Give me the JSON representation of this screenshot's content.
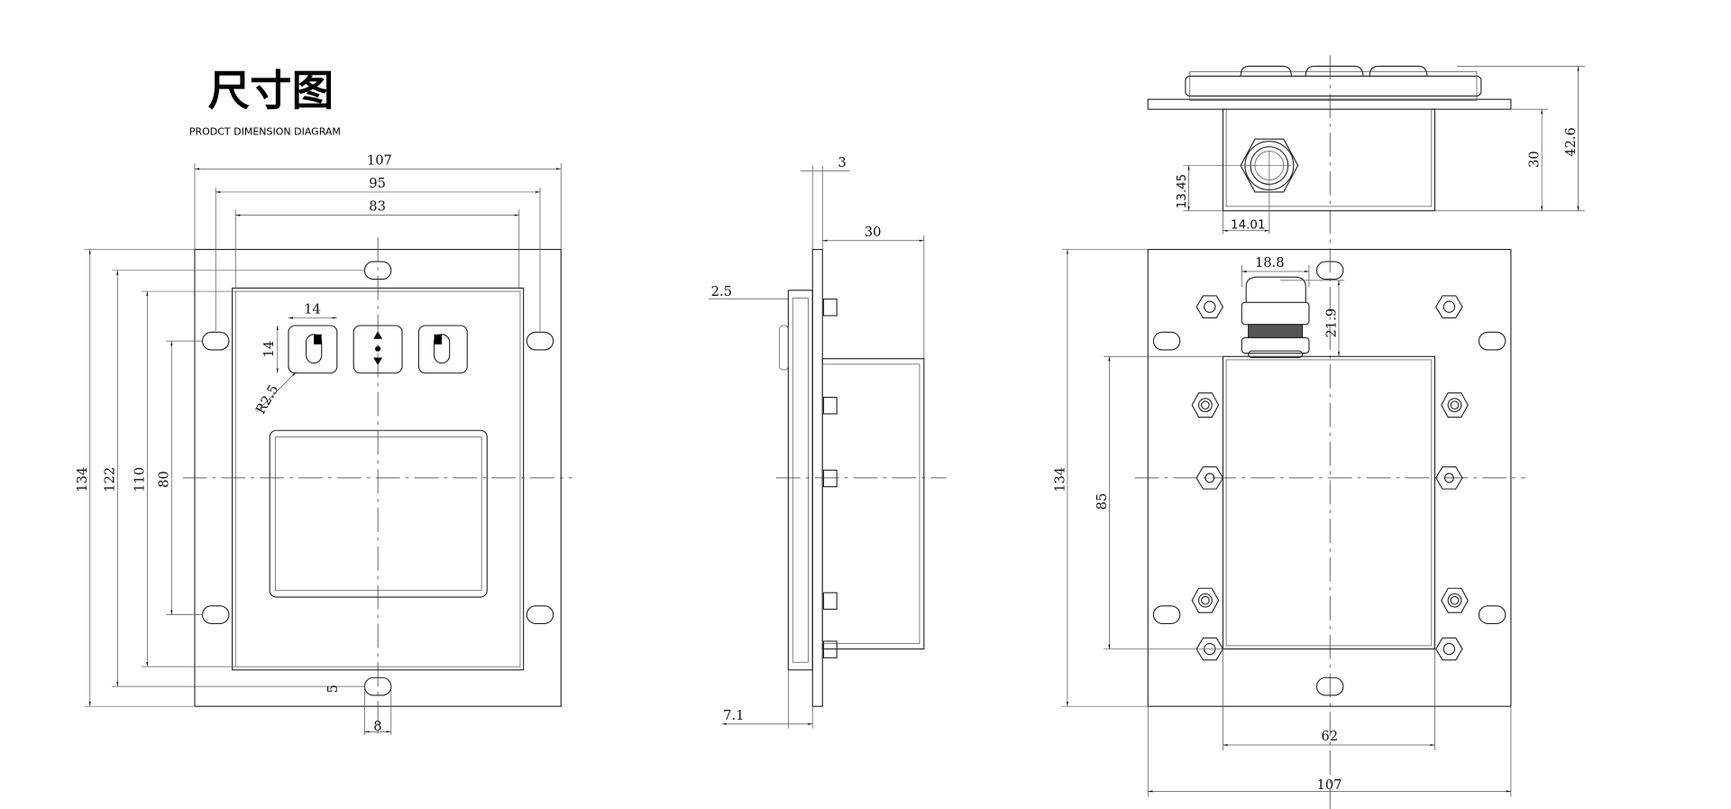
{
  "title": "尺寸图",
  "subtitle": "PRODCT DIMENSION DIAGRAM",
  "front_view": {
    "width_overall": "107",
    "width_slots": "95",
    "width_panel": "83",
    "height_overall": "134",
    "height_slots": "122",
    "height_panel": "110",
    "height_side_slots": "80",
    "button_width": "14",
    "button_height": "14",
    "button_radius": "R2.5",
    "slot_offset": "5",
    "slot_width": "8"
  },
  "side_view": {
    "plate_thickness": "3",
    "body_depth": "30",
    "key_height": "2.5",
    "front_depth": "7.1"
  },
  "top_view": {
    "total_height": "42.6",
    "body_height": "30",
    "gland_height": "13.45",
    "gland_offset": "14.01"
  },
  "back_view": {
    "height_overall": "134",
    "body_height": "85",
    "body_width": "62",
    "width_overall": "107",
    "gland_width": "18.8",
    "gland_length": "21.9"
  }
}
